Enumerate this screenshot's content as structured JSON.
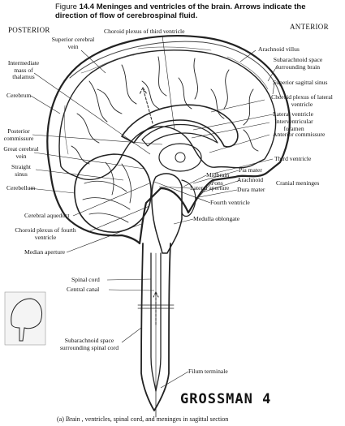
{
  "caption": {
    "figure": "Figure",
    "text": "14.4 Meninges and ventricles of the brain. Arrows indicate the direction of flow of cerebrospinal fluid."
  },
  "headers": {
    "posterior": "POSTERIOR",
    "anterior": "ANTERIOR"
  },
  "labels": {
    "choroid_third": "Choroid plexus of third ventricle",
    "superior_cerebral_vein": "Superior cerebral\nvein",
    "arachnoid_villus": "Arachnoid villus",
    "subarachnoid_brain": "Subarachnoid space\nsurrounding brain",
    "intermediate_mass": "Intermediate\nmass of\nthalamus",
    "superior_sagittal_sinus": "Superior sagittal sinus",
    "cerebrum": "Cerebrum",
    "choroid_lateral": "Choroid plexus of lateral\nventricle",
    "lateral_ventricle": "Lateral ventricle",
    "interventricular_foramen": "Interventricular\nforamen",
    "anterior_commissure": "Anterior commissure",
    "posterior_commissure": "Posterior\ncommissure",
    "great_cerebral_vein": "Great cerebral\nvein",
    "straight_sinus": "Straight\nsinus",
    "third_ventricle": "Third ventricle",
    "pia_mater": "Pia mater",
    "midbrain": "Midbrain",
    "arachnoid": "Arachnoid",
    "cranial_meninges": "Cranial meninges",
    "pons": "Pons",
    "dura_mater": "Dura mater",
    "cerebellum": "Cerebellum",
    "lateral_aperture": "Lateral aperture",
    "fourth_ventricle": "Fourth ventricle",
    "cerebral_aqueduct": "Cerebral  aqueduct",
    "medulla_oblongata": "Medulla oblongate",
    "choroid_fourth": "Choroid plexus of fourth\nventricle",
    "median_aperture": "Median aperture",
    "spinal_cord": "Spinal cord",
    "central_canal": "Central canal",
    "subarachnoid_spinal": "Subarachnoid space\nsurrounding spinal cord",
    "filum_terminale": "Filum terminale"
  },
  "signature": "GROSSMAN  4",
  "bottom_caption": "(a) Brain , ventricles, spinal cord, and meninges in sagittal section"
}
